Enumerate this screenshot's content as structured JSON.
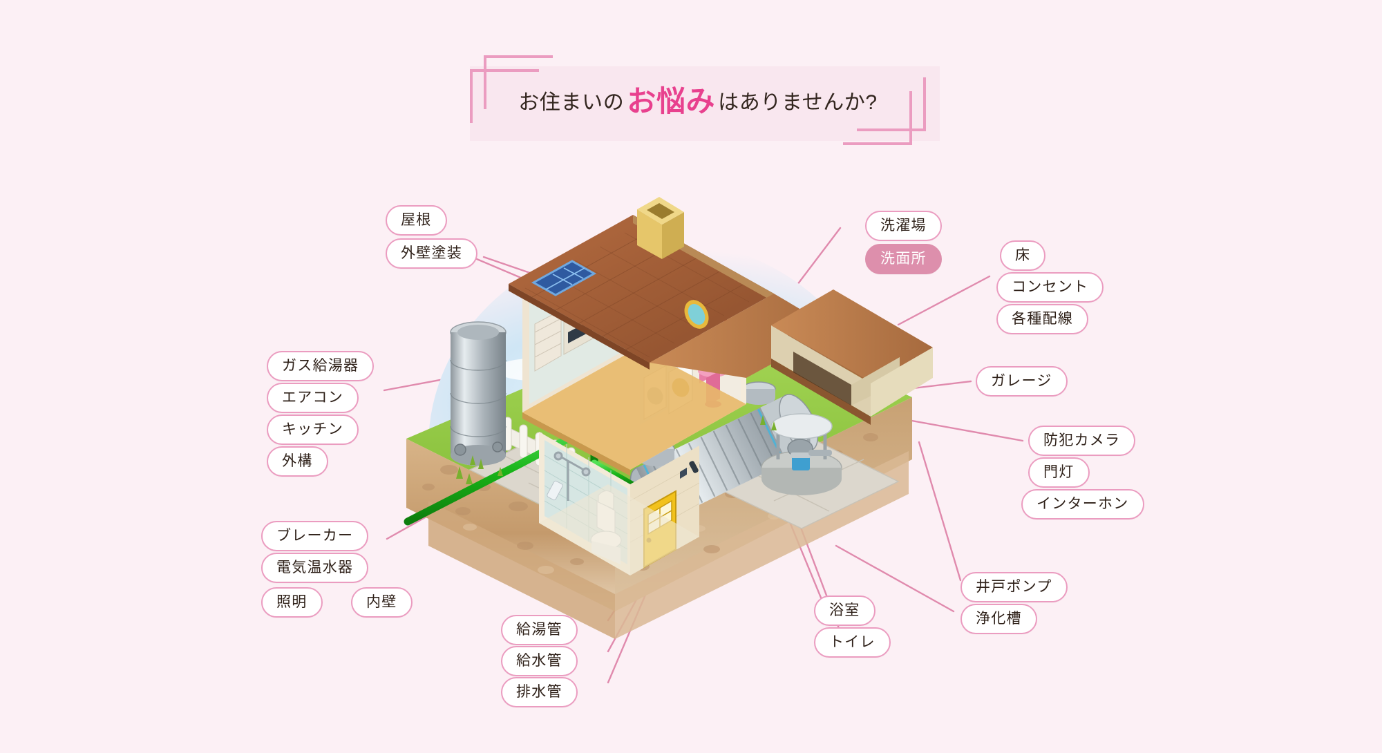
{
  "page": {
    "background_color": "#fcf0f5",
    "accent_pink": "#e8418e",
    "line_pink": "#e08aad",
    "pill_border": "#eb9cc0",
    "pill_active_bg": "#dd8fac"
  },
  "banner": {
    "text_before": "お住まいの",
    "text_accent": "お悩み",
    "text_after": "はありませんか?",
    "background_color": "#f9e7ef"
  },
  "labels": [
    {
      "id": "roof",
      "text": "屋根",
      "group": "top-left",
      "active": false
    },
    {
      "id": "wall-paint",
      "text": "外壁塗装",
      "group": "top-left",
      "active": false
    },
    {
      "id": "laundry",
      "text": "洗濯場",
      "group": "top-right",
      "active": false
    },
    {
      "id": "washroom",
      "text": "洗面所",
      "group": "top-right",
      "active": true
    },
    {
      "id": "floor",
      "text": "床",
      "group": "right-upper",
      "active": false
    },
    {
      "id": "outlet",
      "text": "コンセント",
      "group": "right-upper",
      "active": false
    },
    {
      "id": "wiring",
      "text": "各種配線",
      "group": "right-upper",
      "active": false
    },
    {
      "id": "gas-heater",
      "text": "ガス給湯器",
      "group": "left-upper",
      "active": false
    },
    {
      "id": "aircon",
      "text": "エアコン",
      "group": "left-upper",
      "active": false
    },
    {
      "id": "kitchen",
      "text": "キッチン",
      "group": "left-upper",
      "active": false
    },
    {
      "id": "exterior",
      "text": "外構",
      "group": "left-upper",
      "active": false
    },
    {
      "id": "garage",
      "text": "ガレージ",
      "group": "right-mid",
      "active": false
    },
    {
      "id": "cctv",
      "text": "防犯カメラ",
      "group": "right-mid",
      "active": false
    },
    {
      "id": "gate-light",
      "text": "門灯",
      "group": "right-mid",
      "active": false
    },
    {
      "id": "intercom",
      "text": "インターホン",
      "group": "right-mid",
      "active": false
    },
    {
      "id": "breaker",
      "text": "ブレーカー",
      "group": "left-lower",
      "active": false
    },
    {
      "id": "water-heater",
      "text": "電気温水器",
      "group": "left-lower",
      "active": false
    },
    {
      "id": "lighting",
      "text": "照明",
      "group": "left-lower",
      "active": false
    },
    {
      "id": "inner-wall",
      "text": "内壁",
      "group": "left-lower",
      "active": false
    },
    {
      "id": "hot-pipe",
      "text": "給湯管",
      "group": "bottom-left",
      "active": false
    },
    {
      "id": "water-pipe",
      "text": "給水管",
      "group": "bottom-left",
      "active": false
    },
    {
      "id": "drain-pipe",
      "text": "排水管",
      "group": "bottom-left",
      "active": false
    },
    {
      "id": "bathroom",
      "text": "浴室",
      "group": "bottom-mid",
      "active": false
    },
    {
      "id": "toilet",
      "text": "トイレ",
      "group": "bottom-mid",
      "active": false
    },
    {
      "id": "well-pump",
      "text": "井戸ポンプ",
      "group": "bottom-right",
      "active": false
    },
    {
      "id": "septic",
      "text": "浄化槽",
      "group": "bottom-right",
      "active": false
    }
  ],
  "illustration": {
    "name": "isometric-cutaway-house",
    "description": "戸建て住宅の断面イラスト",
    "parts": [
      "roof-tiles",
      "solar-panel",
      "chimney",
      "round-window",
      "kitchen-room",
      "laundry-room",
      "washbasin",
      "bathroom",
      "toilet",
      "front-door",
      "garage",
      "well-pump",
      "water-tank",
      "septic-tank",
      "supply-pipes",
      "soil-cross-section",
      "lawn",
      "paving",
      "fence",
      "sky-backdrop"
    ],
    "colors": {
      "roof": "#9e5a36",
      "roof_light": "#c07a4c",
      "wall": "#f2e7d2",
      "sky": "#cfe6f5",
      "grass": "#93c93f",
      "soil": "#c9a273",
      "pipe_green": "#1fc01f",
      "door_yellow": "#f2c21c",
      "metal": "#b9bfc4",
      "sink_pink": "#e87fa8"
    }
  }
}
